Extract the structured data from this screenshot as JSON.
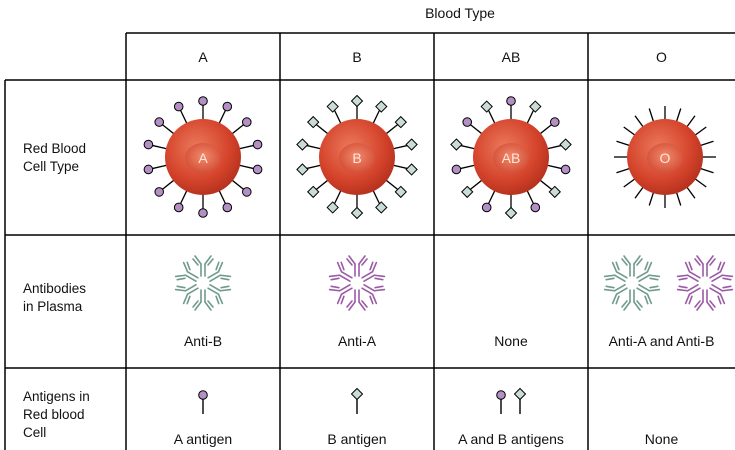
{
  "title": "Blood Type",
  "columns": [
    "A",
    "B",
    "AB",
    "O"
  ],
  "rows": [
    {
      "label": "Red Blood\nCell Type"
    },
    {
      "label": "Antibodies\nin Plasma",
      "captions": [
        "Anti-B",
        "Anti-A",
        "None",
        "Anti-A and Anti-B"
      ]
    },
    {
      "label": "Antigens in\nRed blood\nCell",
      "captions": [
        "A antigen",
        "B antigen",
        "A and B antigens",
        "None"
      ]
    }
  ],
  "cell_labels": [
    "A",
    "B",
    "AB",
    "O"
  ],
  "colors": {
    "cell": "#d4432b",
    "cell_highlight": "#ec7a5c",
    "antigen_a": "#b48fc4",
    "antigen_b": "#c9ddd6",
    "anti_b_antibody": "#6f9a8d",
    "anti_a_antibody": "#9b5aa6",
    "grid": "#000000"
  }
}
